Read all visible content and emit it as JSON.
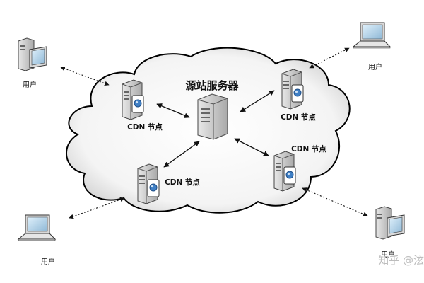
{
  "diagram": {
    "origin_label": "源站服务器",
    "cdn_nodes": [
      {
        "label": "CDN 节点"
      },
      {
        "label": "CDN 节点"
      },
      {
        "label": "CDN 节点"
      },
      {
        "label": "CDN 节点"
      }
    ],
    "users": [
      {
        "label": "用户"
      },
      {
        "label": "用户"
      },
      {
        "label": "用户"
      },
      {
        "label": "用户"
      }
    ],
    "watermark": "知乎 @泫"
  }
}
